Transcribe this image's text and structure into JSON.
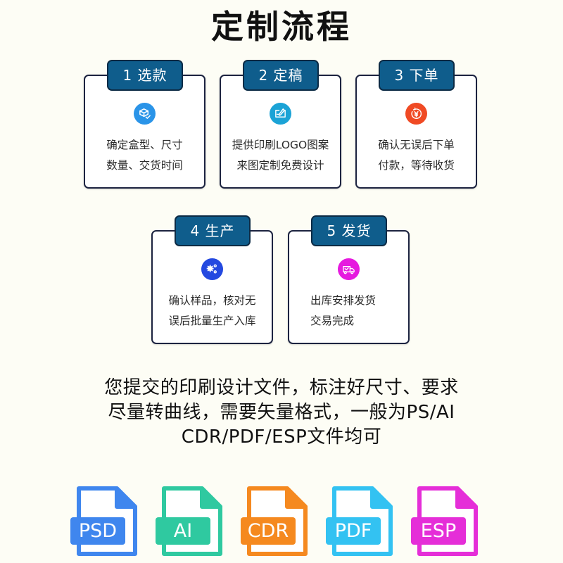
{
  "title": "定制流程",
  "steps": [
    {
      "tab": "1 选款",
      "icon": "box-check-icon",
      "icon_color": "#2a94e8",
      "lines": [
        "确定盒型、尺寸",
        "数量、交货时间"
      ]
    },
    {
      "tab": "2 定稿",
      "icon": "edit-pen-icon",
      "icon_color": "#1ba3d6",
      "lines": [
        "提供印刷LOGO图案",
        "来图定制免费设计"
      ]
    },
    {
      "tab": "3 下单",
      "icon": "yen-refresh-icon",
      "icon_color": "#f04a24",
      "lines": [
        "确认无误后下单",
        "付款，等待收货"
      ]
    },
    {
      "tab": "4 生产",
      "icon": "gears-icon",
      "icon_color": "#2449e0",
      "lines": [
        "确认样品，核对无",
        "误后批量生产入库"
      ]
    },
    {
      "tab": "5 发货",
      "icon": "delivery-truck-icon",
      "icon_color": "#e61adf",
      "lines": [
        "出库安排发货",
        "交易完成"
      ]
    }
  ],
  "notice": {
    "lines": [
      "您提交的印刷设计文件，标注好尺寸、要求",
      "尽量转曲线，需要矢量格式，一般为PS/AI",
      "CDR/PDF/ESP文件均可"
    ]
  },
  "file_types": [
    {
      "label": "PSD",
      "color": "#3f86ee"
    },
    {
      "label": "AI",
      "color": "#2fc9a0"
    },
    {
      "label": "CDR",
      "color": "#f5891f"
    },
    {
      "label": "PDF",
      "color": "#33c2f2"
    },
    {
      "label": "ESP",
      "color": "#e52ed8"
    }
  ]
}
